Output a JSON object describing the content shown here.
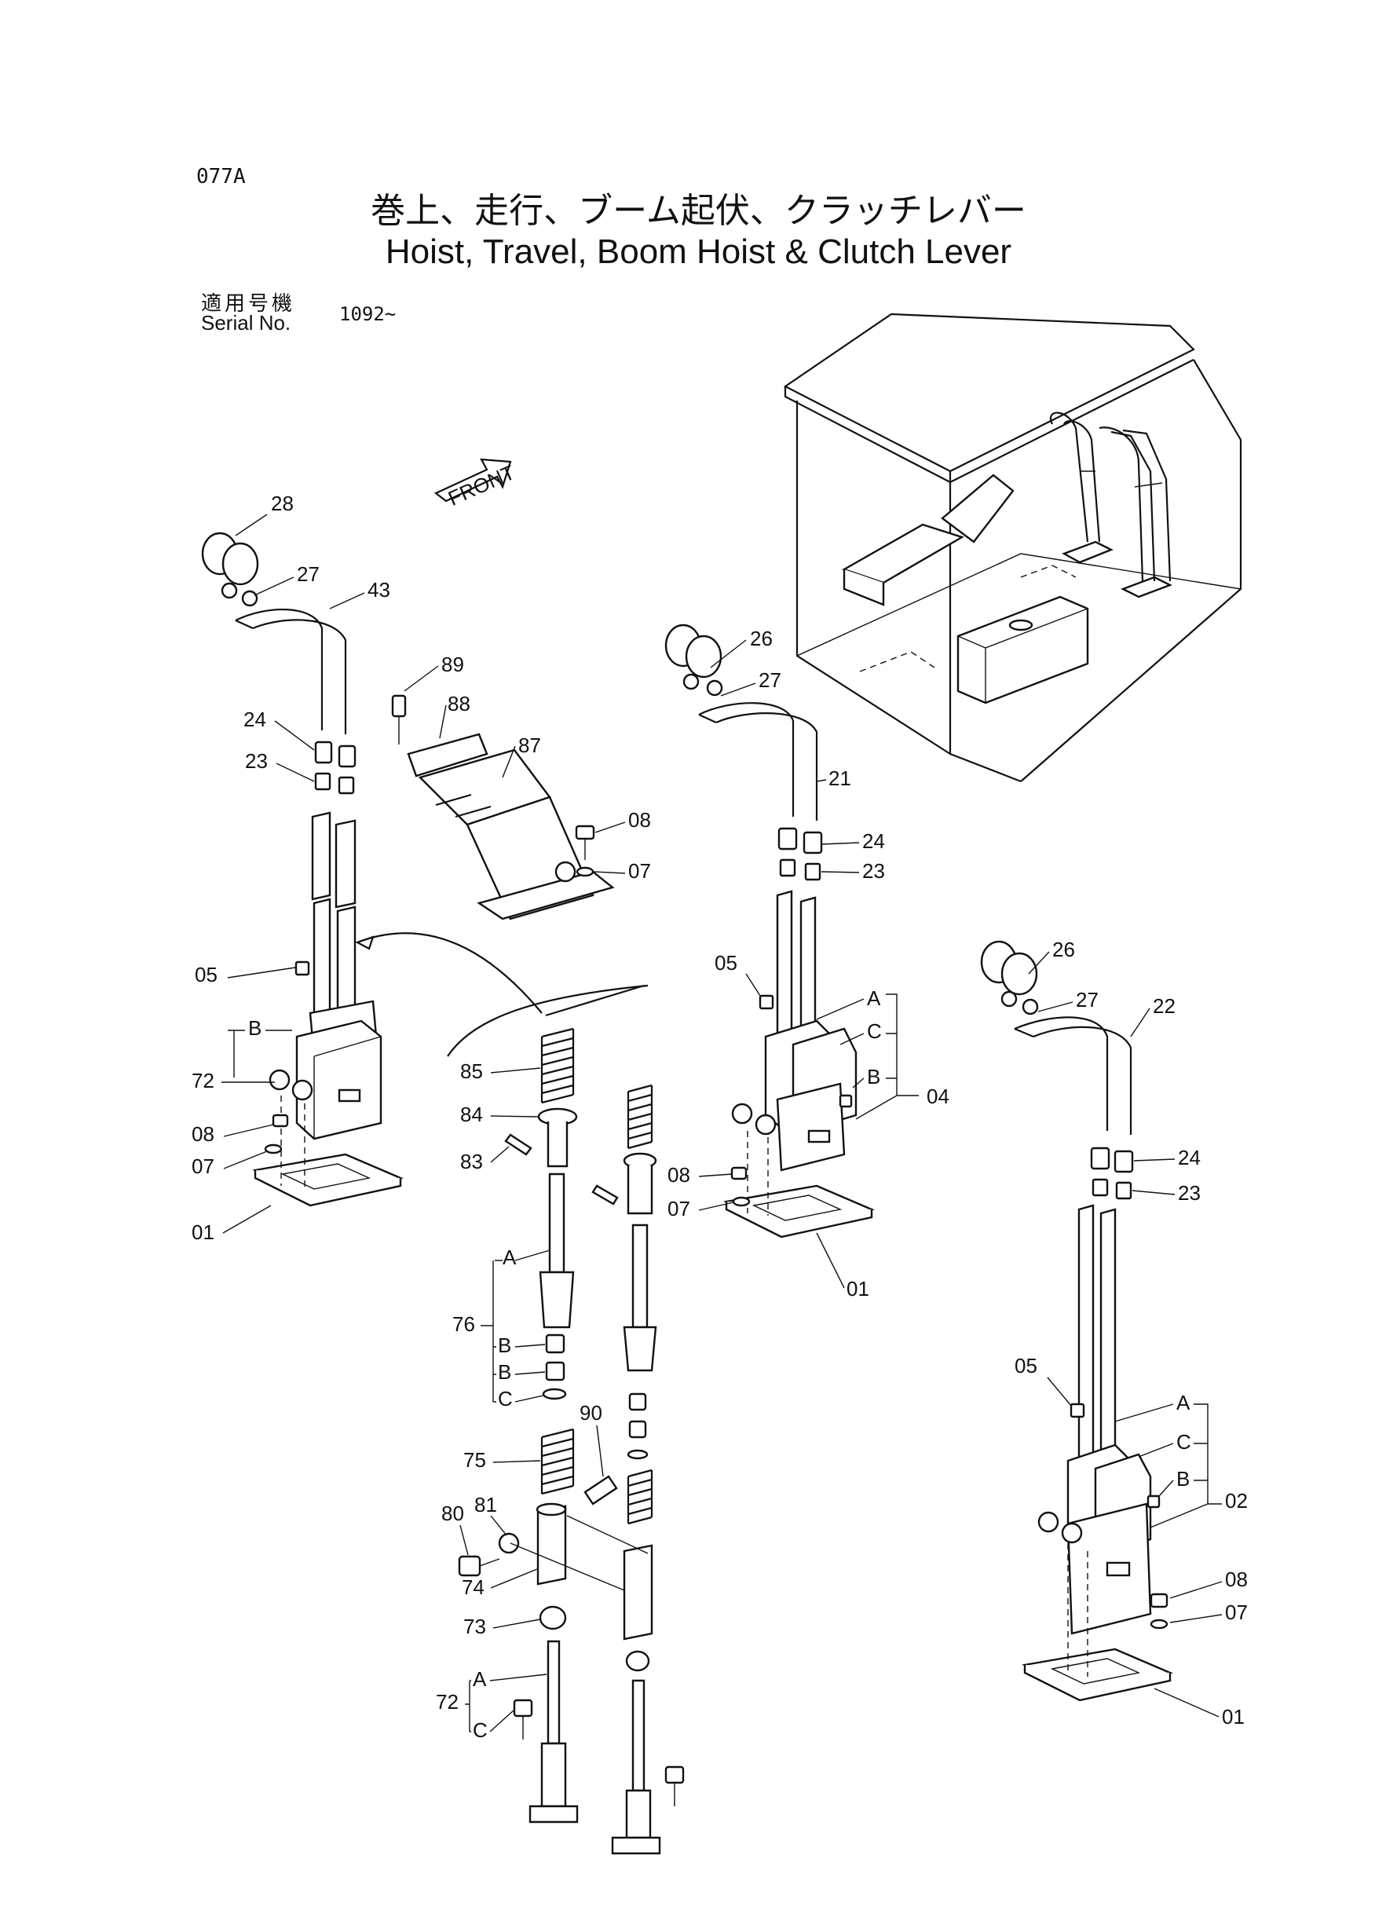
{
  "page_code": "077A",
  "title_ja": "巻上、走行、ブーム起伏、クラッチレバー",
  "title_en": "Hoist, Travel, Boom Hoist & Clutch Lever",
  "serial": {
    "label_ja": "適用号機",
    "label_en": "Serial No.",
    "value": "1092~"
  },
  "front_marker": "FRONT",
  "callouts": {
    "c28": "28",
    "c27a": "27",
    "c43": "43",
    "c24a": "24",
    "c23a": "23",
    "c05a": "05",
    "c72a": "72",
    "c08a": "08",
    "c07a": "07",
    "c01a": "01",
    "cBa": "B",
    "c89": "89",
    "c88": "88",
    "c87": "87",
    "c08b": "08",
    "c07b": "07",
    "c26a": "26",
    "c27b": "27",
    "c21": "21",
    "c24b": "24",
    "c23b": "23",
    "c05b": "05",
    "cAb": "A",
    "cCb": "C",
    "cBb": "B",
    "c04": "04",
    "c08c": "08",
    "c07c": "07",
    "c01b": "01",
    "c85": "85",
    "c84": "84",
    "c83": "83",
    "c76": "76",
    "cA76": "A",
    "cB76a": "B",
    "cB76b": "B",
    "cC76": "C",
    "c75": "75",
    "c90": "90",
    "c80": "80",
    "c81": "81",
    "c74": "74",
    "c73": "73",
    "c72b": "72",
    "cA72": "A",
    "cC72": "C",
    "c26b": "26",
    "c27c": "27",
    "c22": "22",
    "c24c": "24",
    "c23c": "23",
    "c05c": "05",
    "cAc": "A",
    "cCc": "C",
    "cBc": "B",
    "c02": "02",
    "c08d": "08",
    "c07d": "07",
    "c01c": "01"
  }
}
